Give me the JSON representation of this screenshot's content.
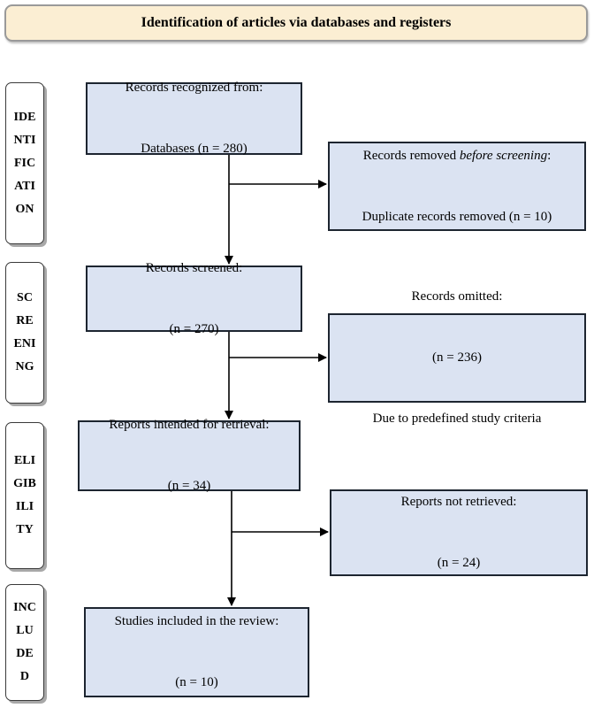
{
  "header": {
    "title": "Identification of articles via databases and registers"
  },
  "stages": {
    "identification": "IDE\nNTI\nFIC\nATI\nON",
    "screening": "SC\nRE\nENI\nNG",
    "eligibility": "ELI\nGIB\nILI\nTY",
    "included": "INC\nLU\nDE\nD"
  },
  "boxes": {
    "records_recognized": {
      "line1": "Records recognized from:",
      "line2": "Databases (n = 280)"
    },
    "records_removed": {
      "line1_a": "Records removed ",
      "line1_b": "before screening",
      "line1_c": ":",
      "line2": "Duplicate records removed (n = 10)"
    },
    "records_screened": {
      "line1": "Records screened:",
      "line2": "(n = 270)"
    },
    "records_omitted": {
      "line1": "Records omitted:",
      "line2": "(n = 236)",
      "line3": "Due to predefined study criteria"
    },
    "reports_retrieval": {
      "line1": "Reports intended for retrieval:",
      "line2": "(n = 34)"
    },
    "reports_not_retrieved": {
      "line1": "Reports not retrieved:",
      "line2": "(n = 24)"
    },
    "studies_included": {
      "line1": "Studies included in the review:",
      "line2": "(n = 10)"
    }
  }
}
